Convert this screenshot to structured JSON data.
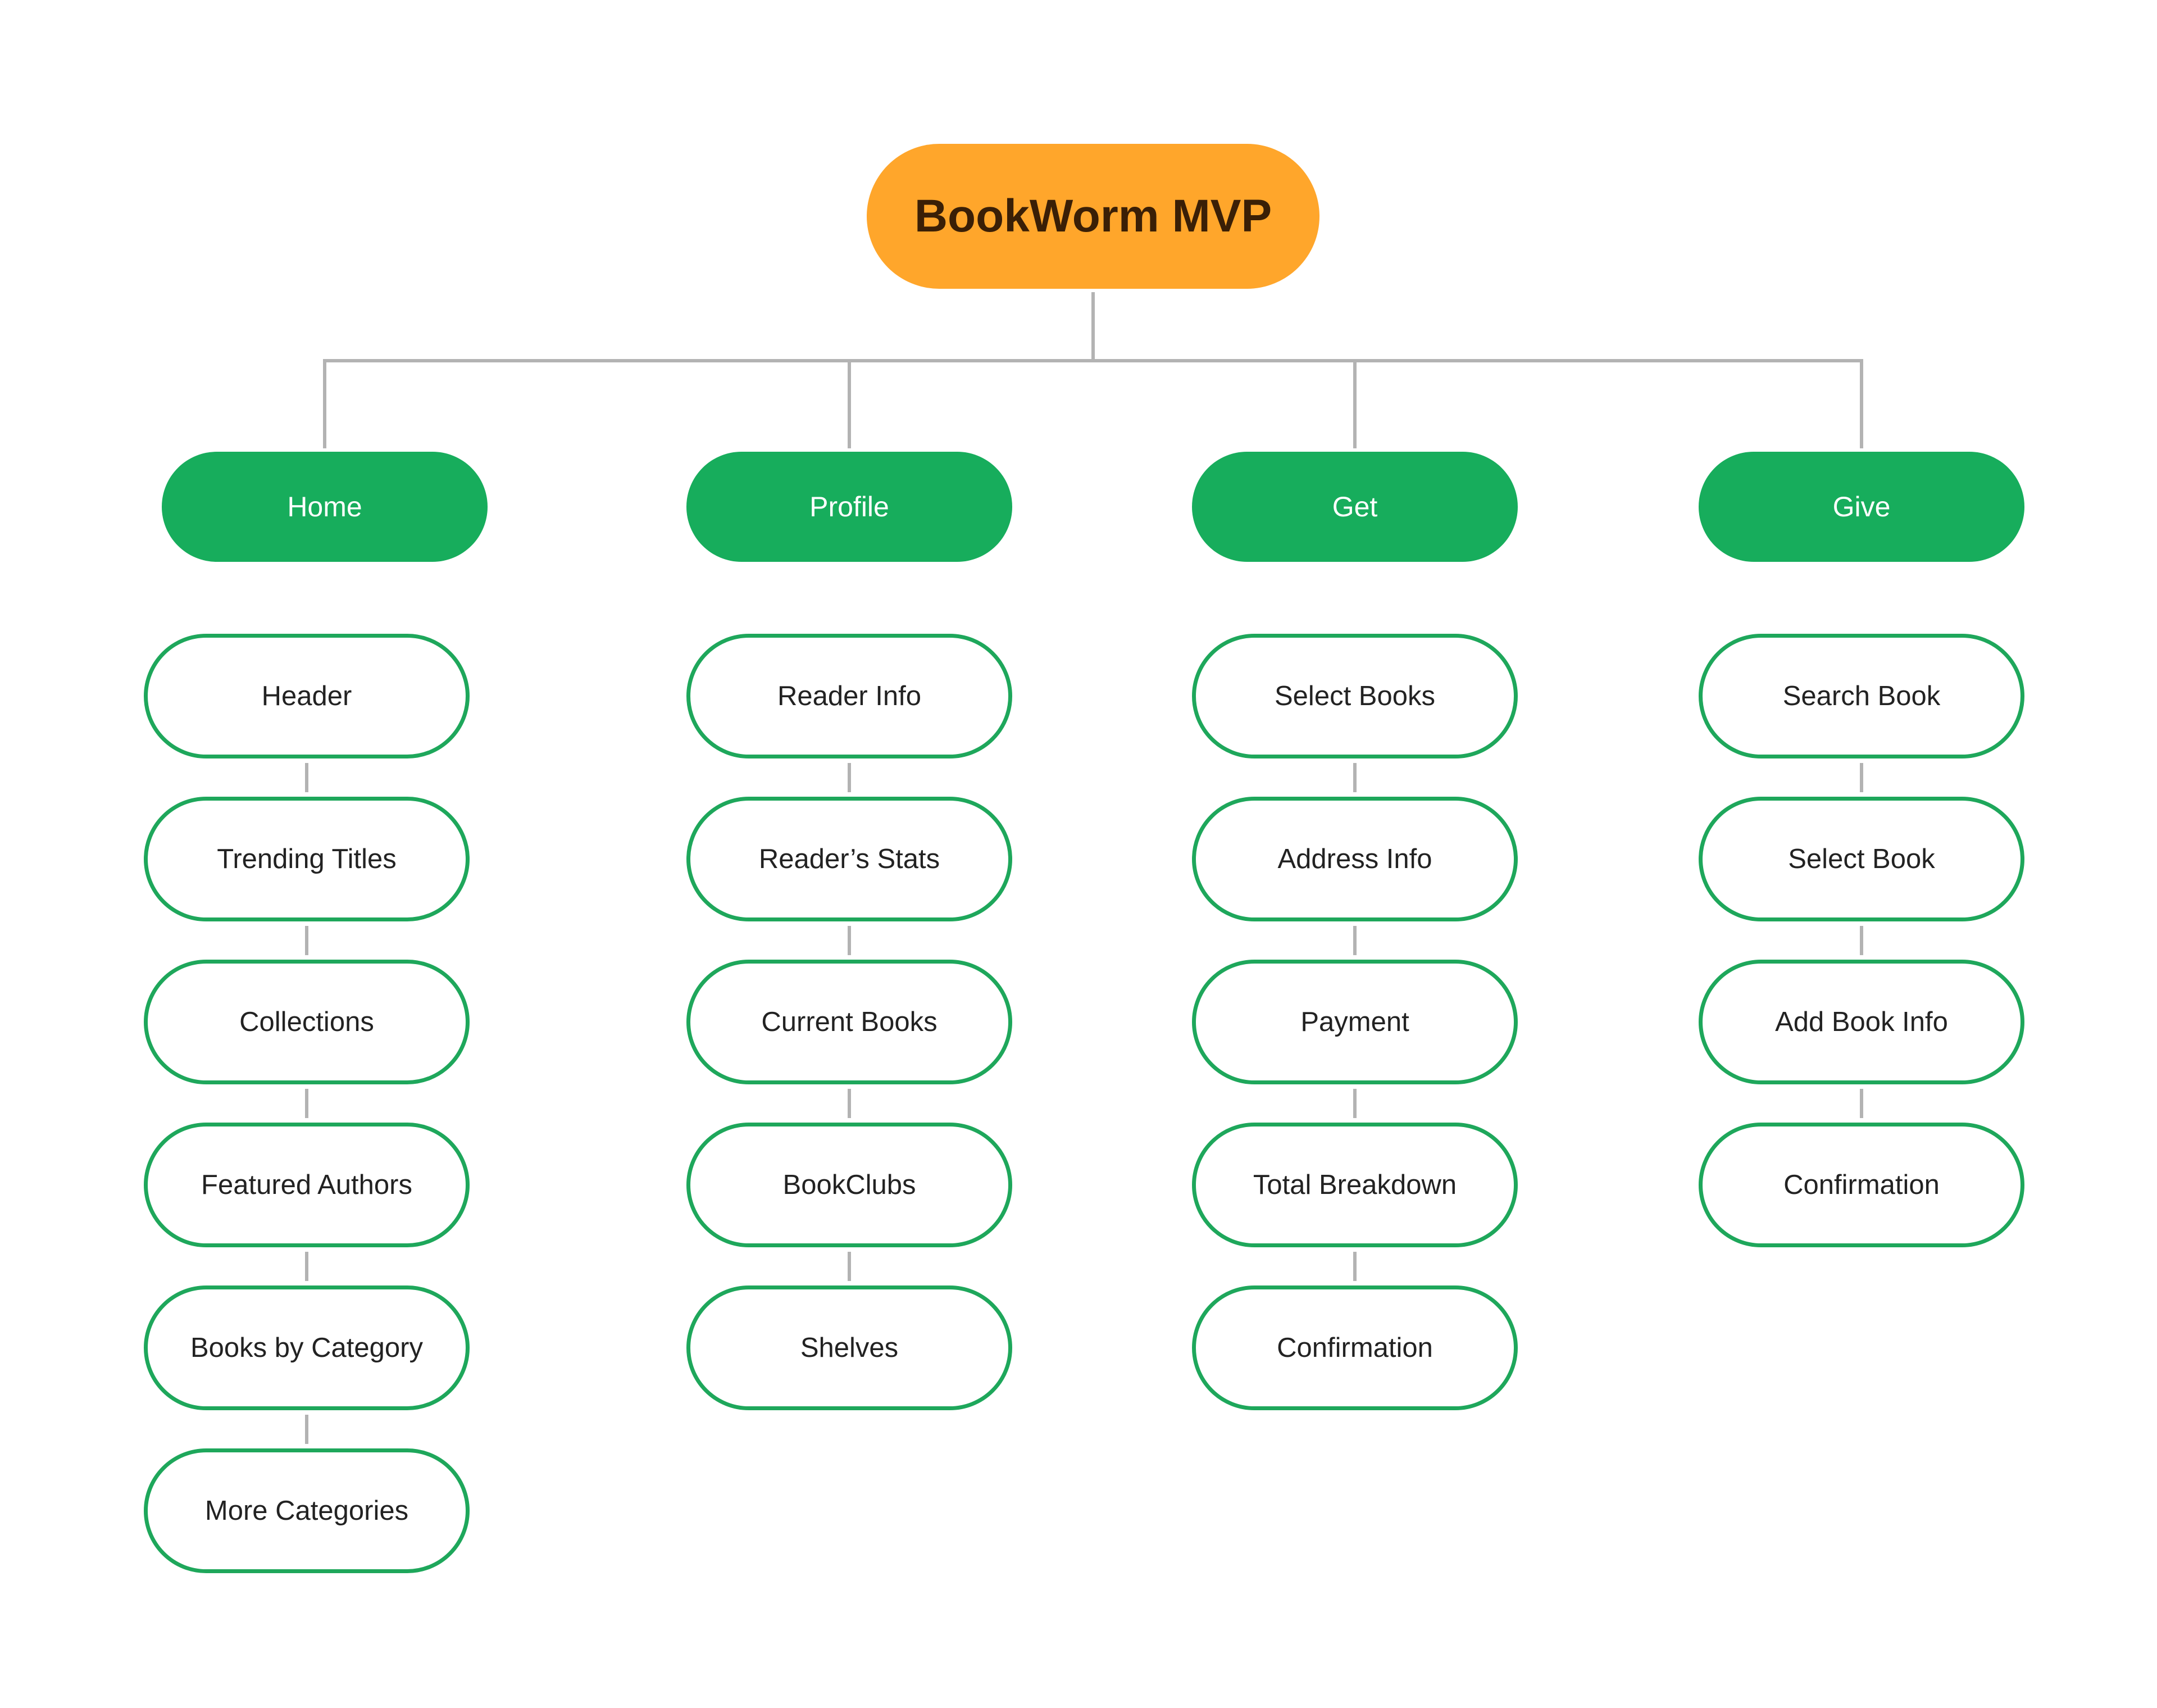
{
  "colors": {
    "root_fill": "#ffa62b",
    "category_fill": "#17ad5c",
    "item_border": "#1ea75b",
    "connector": "#b3b3b3"
  },
  "root": {
    "label": "BookWorm MVP"
  },
  "columns": [
    {
      "label": "Home",
      "items": [
        "Header",
        "Trending Titles",
        "Collections",
        "Featured Authors",
        "Books by Category",
        "More Categories"
      ]
    },
    {
      "label": "Profile",
      "items": [
        "Reader Info",
        "Reader’s Stats",
        "Current Books",
        "BookClubs",
        "Shelves"
      ]
    },
    {
      "label": "Get",
      "items": [
        "Select Books",
        "Address Info",
        "Payment",
        "Total Breakdown",
        "Confirmation"
      ]
    },
    {
      "label": "Give",
      "items": [
        "Search Book",
        "Select Book",
        "Add Book Info",
        "Confirmation"
      ]
    }
  ]
}
